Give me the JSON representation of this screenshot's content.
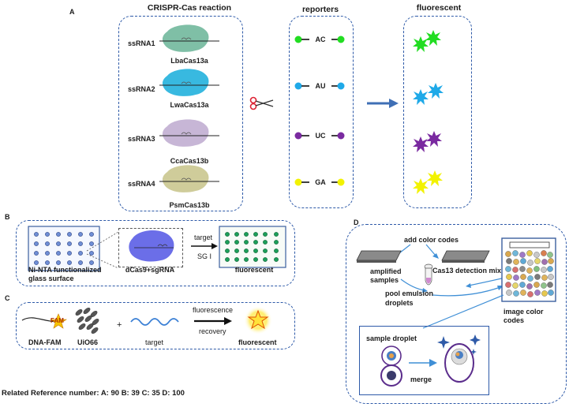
{
  "panel_a": {
    "letter": "A",
    "heading_crispr": "CRISPR-Cas reaction",
    "heading_reporters": "reporters",
    "heading_fluorescent": "fluorescent",
    "rows": [
      {
        "ssrna": "ssRNA1",
        "enzyme": "LbaCas13a",
        "color": "#7fbfa6",
        "reporter": "AC",
        "dye": "#22dd22"
      },
      {
        "ssrna": "ssRNA2",
        "enzyme": "LwaCas13a",
        "color": "#38b9e0",
        "reporter": "AU",
        "dye": "#1fa9e8"
      },
      {
        "ssrna": "ssRNA3",
        "enzyme": "CcaCas13b",
        "color": "#c7b6d6",
        "reporter": "UC",
        "dye": "#7a2aa0"
      },
      {
        "ssrna": "ssRNA4",
        "enzyme": "PsmCas13b",
        "color": "#cfcc9a",
        "reporter": "GA",
        "dye": "#f2f200"
      }
    ]
  },
  "panel_b": {
    "letter": "B",
    "surface_label_1": "Ni-NTA functionalized",
    "surface_label_2": "glass surface",
    "complex_label": "dCas9+sgRNA",
    "arrow_top": "target",
    "arrow_bottom": "SG I",
    "result_label": "fluorescent"
  },
  "panel_c": {
    "letter": "C",
    "fam_tag": "FAM",
    "dna_label": "DNA-FAM",
    "mof_label": "UiO66",
    "plus": "+",
    "target_label": "target",
    "arrow_top": "fluorescence",
    "arrow_bottom": "recovery",
    "result_label": "fluorescent"
  },
  "panel_d": {
    "letter": "D",
    "add_codes": "add color codes",
    "amplified_1": "amplified",
    "amplified_2": "samples",
    "detection_mix": "Cas13 detection mix",
    "pool_1": "pool emulsion",
    "pool_2": "droplets",
    "image_1": "image color",
    "image_2": "codes",
    "sample_droplet": "sample droplet",
    "merge": "merge"
  },
  "reference": "Related Reference number: A: 90  B: 39  C: 35  D: 100",
  "colors": {
    "frame": "#2e5aa8",
    "arrow": "#3f6fb5"
  }
}
